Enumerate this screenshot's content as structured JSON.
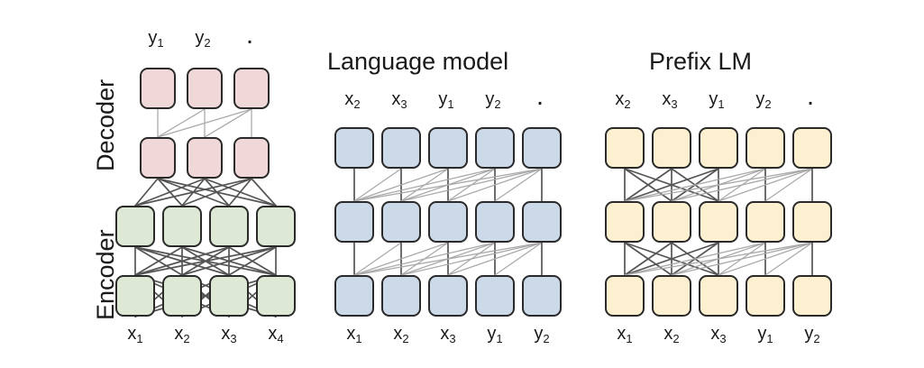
{
  "figure": {
    "type": "diagram",
    "subject": "Transformer attention mask patterns",
    "background": "#ffffff",
    "panels": [
      {
        "id": "encoder-decoder",
        "title": "",
        "side_labels": [
          "Decoder",
          "Encoder"
        ],
        "blocks": [
          {
            "name": "decoder",
            "color": "#f0d8d8",
            "rows": 2,
            "columns": 3,
            "top_tokens": [
              "y",
              "y",
              "."
            ],
            "top_token_subs": [
              "1",
              "2",
              ""
            ],
            "attention": "causal"
          },
          {
            "name": "encoder",
            "color": "#dde8d5",
            "rows": 2,
            "columns": 4,
            "bottom_tokens": [
              "x",
              "x",
              "x",
              "x"
            ],
            "bottom_token_subs": [
              "1",
              "2",
              "3",
              "4"
            ],
            "attention": "fully-visible"
          }
        ],
        "cross_attention": "full"
      },
      {
        "id": "language-model",
        "title": "Language model",
        "color": "#ccd9e8",
        "rows": 3,
        "columns": 5,
        "top_tokens": [
          "x",
          "x",
          "y",
          "y",
          "."
        ],
        "top_token_subs": [
          "2",
          "3",
          "1",
          "2",
          ""
        ],
        "bottom_tokens": [
          "x",
          "x",
          "x",
          "y",
          "y"
        ],
        "bottom_token_subs": [
          "1",
          "2",
          "3",
          "1",
          "2"
        ],
        "attention": "causal"
      },
      {
        "id": "prefix-lm",
        "title": "Prefix LM",
        "color": "#fcf0d0",
        "rows": 3,
        "columns": 5,
        "top_tokens": [
          "x",
          "x",
          "y",
          "y",
          "."
        ],
        "top_token_subs": [
          "2",
          "3",
          "1",
          "2",
          ""
        ],
        "bottom_tokens": [
          "x",
          "x",
          "x",
          "y",
          "y"
        ],
        "bottom_token_subs": [
          "1",
          "2",
          "3",
          "1",
          "2"
        ],
        "attention": "prefix-causal",
        "prefix_length": 3
      }
    ],
    "colors": {
      "encoder_fill": "#dde8d5",
      "decoder_fill": "#f0d8d8",
      "lm_fill": "#ccd9e8",
      "prefix_lm_fill": "#fcf0d0",
      "node_stroke": "#2a2a2a",
      "wire_dark": "#555555",
      "wire_light": "#aaaaaa",
      "text": "#1a1a1a"
    }
  }
}
